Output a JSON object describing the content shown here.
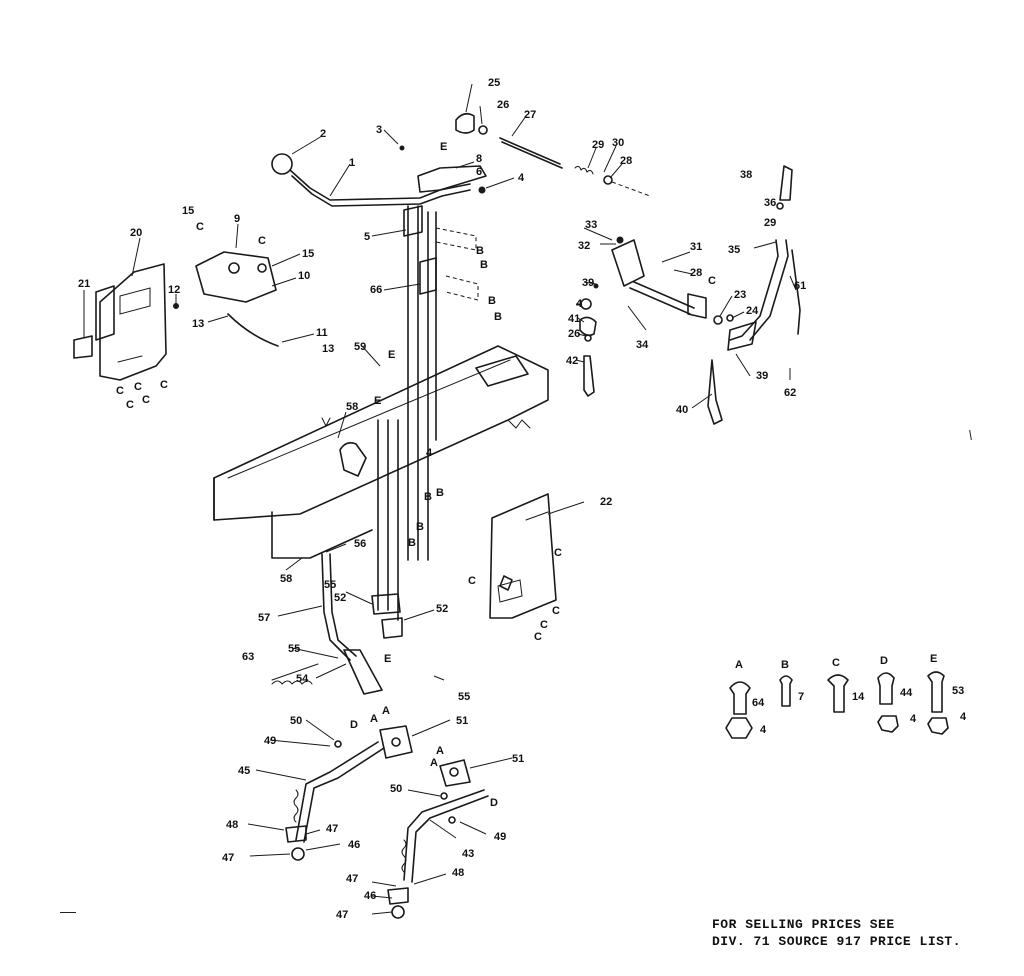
{
  "callouts": [
    {
      "id": "c1",
      "text": "1"
    },
    {
      "id": "c2",
      "text": "2"
    },
    {
      "id": "c3",
      "text": "3"
    },
    {
      "id": "c4a",
      "text": "4"
    },
    {
      "id": "c5",
      "text": "5"
    },
    {
      "id": "c6",
      "text": "6"
    },
    {
      "id": "c8",
      "text": "8"
    },
    {
      "id": "c9",
      "text": "9"
    },
    {
      "id": "c10",
      "text": "10"
    },
    {
      "id": "c11",
      "text": "11"
    },
    {
      "id": "c12",
      "text": "12"
    },
    {
      "id": "c13a",
      "text": "13"
    },
    {
      "id": "c13b",
      "text": "13"
    },
    {
      "id": "c15a",
      "text": "15"
    },
    {
      "id": "c15b",
      "text": "15"
    },
    {
      "id": "c20",
      "text": "20"
    },
    {
      "id": "c21",
      "text": "21"
    },
    {
      "id": "c22",
      "text": "22"
    },
    {
      "id": "c23",
      "text": "23"
    },
    {
      "id": "c24",
      "text": "24"
    },
    {
      "id": "c25",
      "text": "25"
    },
    {
      "id": "c26a",
      "text": "26"
    },
    {
      "id": "c26b",
      "text": "26"
    },
    {
      "id": "c27",
      "text": "27"
    },
    {
      "id": "c28a",
      "text": "28"
    },
    {
      "id": "c28b",
      "text": "28"
    },
    {
      "id": "c29a",
      "text": "29"
    },
    {
      "id": "c29b",
      "text": "29"
    },
    {
      "id": "c30",
      "text": "30"
    },
    {
      "id": "c31",
      "text": "31"
    },
    {
      "id": "c32",
      "text": "32"
    },
    {
      "id": "c33",
      "text": "33"
    },
    {
      "id": "c34",
      "text": "34"
    },
    {
      "id": "c35",
      "text": "35"
    },
    {
      "id": "c36",
      "text": "36"
    },
    {
      "id": "c38",
      "text": "38"
    },
    {
      "id": "c39a",
      "text": "39"
    },
    {
      "id": "c39b",
      "text": "39"
    },
    {
      "id": "c40",
      "text": "40"
    },
    {
      "id": "c41",
      "text": "41"
    },
    {
      "id": "c42",
      "text": "42"
    },
    {
      "id": "c4b",
      "text": "4"
    },
    {
      "id": "c43",
      "text": "43"
    },
    {
      "id": "c45",
      "text": "45"
    },
    {
      "id": "c46a",
      "text": "46"
    },
    {
      "id": "c46b",
      "text": "46"
    },
    {
      "id": "c47a",
      "text": "47"
    },
    {
      "id": "c47b",
      "text": "47"
    },
    {
      "id": "c47c",
      "text": "47"
    },
    {
      "id": "c47d",
      "text": "47"
    },
    {
      "id": "c48a",
      "text": "48"
    },
    {
      "id": "c48b",
      "text": "48"
    },
    {
      "id": "c49a",
      "text": "49"
    },
    {
      "id": "c49b",
      "text": "49"
    },
    {
      "id": "c50a",
      "text": "50"
    },
    {
      "id": "c50b",
      "text": "50"
    },
    {
      "id": "c51a",
      "text": "51"
    },
    {
      "id": "c51b",
      "text": "51"
    },
    {
      "id": "c52a",
      "text": "52"
    },
    {
      "id": "c52b",
      "text": "52"
    },
    {
      "id": "c54",
      "text": "54"
    },
    {
      "id": "c55a",
      "text": "55"
    },
    {
      "id": "c55b",
      "text": "55"
    },
    {
      "id": "c55c",
      "text": "55"
    },
    {
      "id": "c56",
      "text": "56"
    },
    {
      "id": "c57",
      "text": "57"
    },
    {
      "id": "c58a",
      "text": "58"
    },
    {
      "id": "c58b",
      "text": "58"
    },
    {
      "id": "c59",
      "text": "59"
    },
    {
      "id": "c61",
      "text": "61"
    },
    {
      "id": "c62",
      "text": "62"
    },
    {
      "id": "c63",
      "text": "63"
    },
    {
      "id": "c66",
      "text": "66"
    },
    {
      "id": "c4c",
      "text": "4"
    }
  ],
  "letters": [
    {
      "id": "lE1",
      "text": "E"
    },
    {
      "id": "lE2",
      "text": "E"
    },
    {
      "id": "lE3",
      "text": "E"
    },
    {
      "id": "lE4",
      "text": "E"
    },
    {
      "id": "lB1",
      "text": "B"
    },
    {
      "id": "lB2",
      "text": "B"
    },
    {
      "id": "lB3",
      "text": "B"
    },
    {
      "id": "lB4",
      "text": "B"
    },
    {
      "id": "lB5",
      "text": "B"
    },
    {
      "id": "lB6",
      "text": "B"
    },
    {
      "id": "lB7",
      "text": "B"
    },
    {
      "id": "lB8",
      "text": "B"
    },
    {
      "id": "lC1",
      "text": "C"
    },
    {
      "id": "lC2",
      "text": "C"
    },
    {
      "id": "lC3",
      "text": "C"
    },
    {
      "id": "lC4",
      "text": "C"
    },
    {
      "id": "lC5",
      "text": "C"
    },
    {
      "id": "lC6",
      "text": "C"
    },
    {
      "id": "lC7",
      "text": "C"
    },
    {
      "id": "lC8",
      "text": "C"
    },
    {
      "id": "lC9",
      "text": "C"
    },
    {
      "id": "lC10",
      "text": "C"
    },
    {
      "id": "lC11",
      "text": "C"
    },
    {
      "id": "lC12",
      "text": "C"
    },
    {
      "id": "lC13",
      "text": "C"
    },
    {
      "id": "lA1",
      "text": "A"
    },
    {
      "id": "lA2",
      "text": "A"
    },
    {
      "id": "lA3",
      "text": "A"
    },
    {
      "id": "lA4",
      "text": "A"
    },
    {
      "id": "lD1",
      "text": "D"
    },
    {
      "id": "lD2",
      "text": "D"
    }
  ],
  "hardware_key": [
    {
      "letter": "A",
      "part": "64",
      "nut": "4"
    },
    {
      "letter": "B",
      "part": "7",
      "nut": ""
    },
    {
      "letter": "C",
      "part": "14",
      "nut": ""
    },
    {
      "letter": "D",
      "part": "44",
      "nut": "4"
    },
    {
      "letter": "E",
      "part": "53",
      "nut": "4"
    }
  ],
  "footer": {
    "line1": "FOR SELLING PRICES SEE",
    "line2": "DIV. 71 SOURCE 917 PRICE LIST."
  }
}
